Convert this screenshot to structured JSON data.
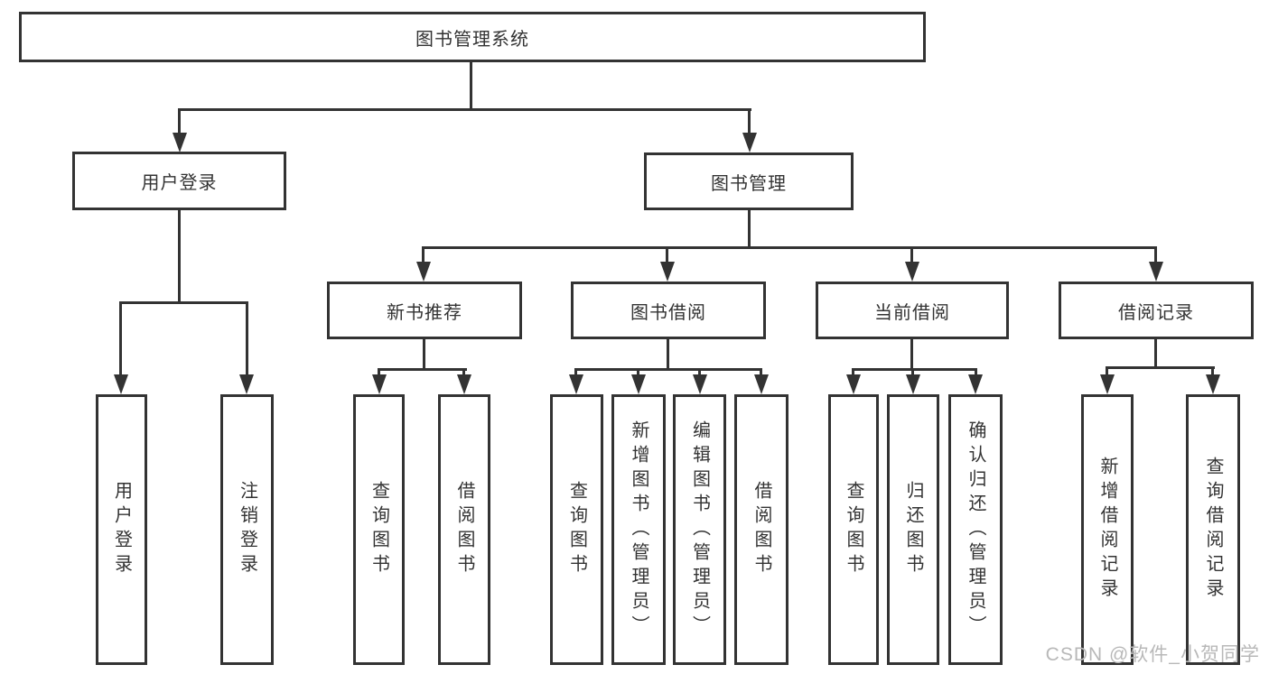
{
  "diagram": {
    "root": {
      "label": "图书管理系统"
    },
    "level2": [
      {
        "label": "用户登录"
      },
      {
        "label": "图书管理"
      }
    ],
    "level3": [
      {
        "label": "新书推荐",
        "parent": "图书管理"
      },
      {
        "label": "图书借阅",
        "parent": "图书管理"
      },
      {
        "label": "当前借阅",
        "parent": "图书管理"
      },
      {
        "label": "借阅记录",
        "parent": "图书管理"
      }
    ],
    "leaves": [
      {
        "label": "用户登录",
        "parent": "用户登录"
      },
      {
        "label": "注销登录",
        "parent": "用户登录"
      },
      {
        "label": "查询图书",
        "parent": "新书推荐"
      },
      {
        "label": "借阅图书",
        "parent": "新书推荐"
      },
      {
        "label": "查询图书",
        "parent": "图书借阅"
      },
      {
        "label": "新增图书（管理员）",
        "parent": "图书借阅"
      },
      {
        "label": "编辑图书（管理员）",
        "parent": "图书借阅"
      },
      {
        "label": "借阅图书",
        "parent": "图书借阅"
      },
      {
        "label": "查询图书",
        "parent": "当前借阅"
      },
      {
        "label": "归还图书",
        "parent": "当前借阅"
      },
      {
        "label": "确认归还（管理员）",
        "parent": "当前借阅"
      },
      {
        "label": "新增借阅记录",
        "parent": "借阅记录"
      },
      {
        "label": "查询借阅记录",
        "parent": "借阅记录"
      }
    ],
    "watermark": "CSDN @软件_小贺同学",
    "colors": {
      "line": "#333333",
      "box_fill": "#ffffff",
      "text": "#333333",
      "watermark_text": "#b8b8b8"
    }
  }
}
